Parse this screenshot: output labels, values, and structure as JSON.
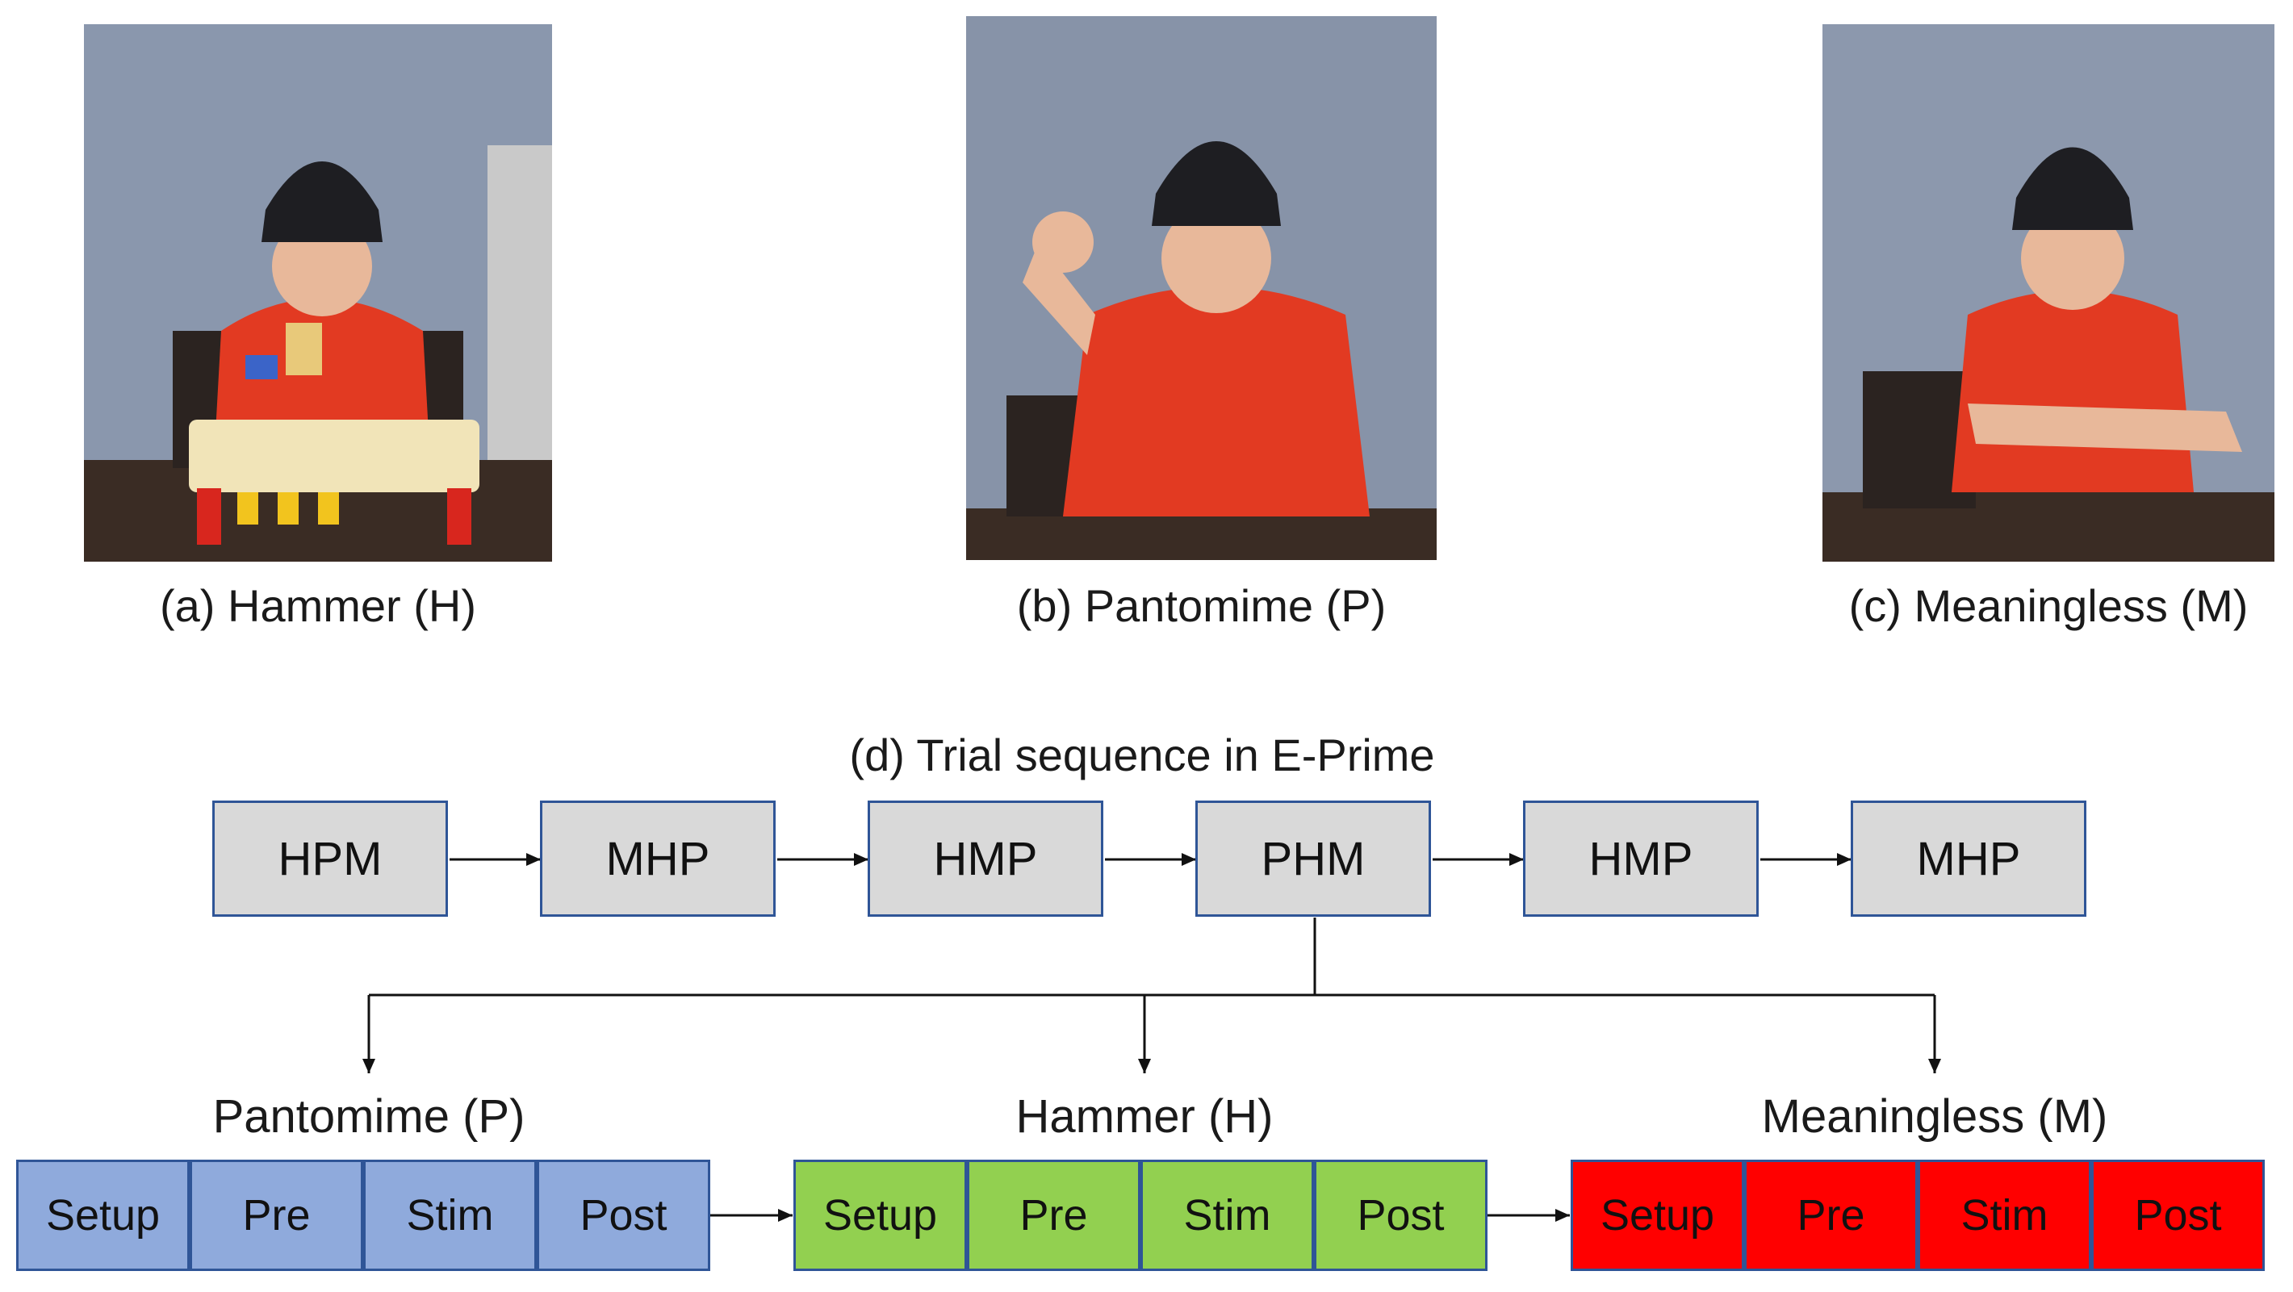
{
  "photos": [
    {
      "caption": "(a) Hammer (H)"
    },
    {
      "caption": "(b) Pantomime (P)"
    },
    {
      "caption": "(c) Meaningless (M)"
    }
  ],
  "sequence": {
    "title": "(d) Trial sequence in E-Prime",
    "items": [
      "HPM",
      "MHP",
      "HMP",
      "PHM",
      "HMP",
      "MHP"
    ]
  },
  "phases": [
    {
      "label": "Pantomime (P)",
      "color": "#8faadc",
      "steps": [
        "Setup",
        "Pre",
        "Stim",
        "Post"
      ]
    },
    {
      "label": "Hammer (H)",
      "color": "#92d050",
      "steps": [
        "Setup",
        "Pre",
        "Stim",
        "Post"
      ]
    },
    {
      "label": "Meaningless (M)",
      "color": "#ff0000",
      "steps": [
        "Setup",
        "Pre",
        "Stim",
        "Post"
      ]
    }
  ],
  "colors": {
    "box_border": "#2f5597",
    "box_fill": "#d9d9d9",
    "wall": "#8b98ad",
    "shirt": "#e8321e"
  }
}
